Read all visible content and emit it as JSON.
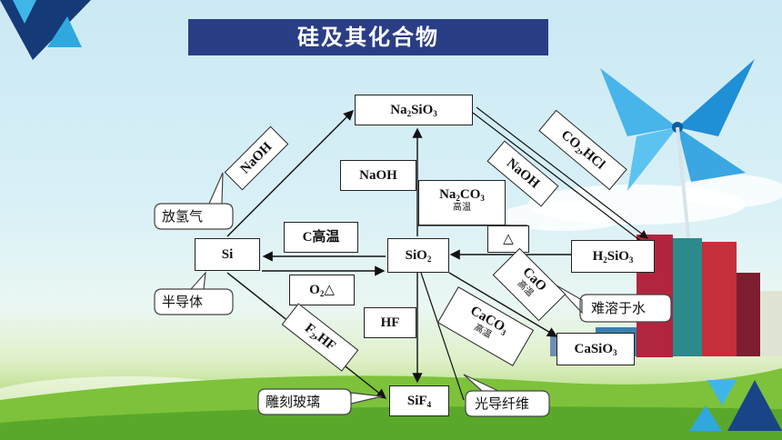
{
  "title": "硅及其化合物",
  "nodes": {
    "na2sio3": [
      "Na",
      "2",
      "SiO",
      "3",
      ""
    ],
    "si": "Si",
    "sio2": [
      "SiO",
      "2"
    ],
    "sif4": [
      "SiF",
      "4"
    ],
    "h2sio3": [
      "H",
      "2",
      "SiO",
      "3"
    ],
    "casio3": [
      "CaSiO",
      "3"
    ]
  },
  "reagents": {
    "naoh_left": "NaOH",
    "naoh_center": "NaOH",
    "na2co3": [
      "Na",
      "2",
      "CO",
      "3"
    ],
    "high_temp_na2co3": "高温",
    "heat_right": "△",
    "c_high_temp": "C高温",
    "o2_heat": [
      "O",
      "2",
      "△"
    ],
    "f2_hf": [
      "F",
      "2",
      ",HF"
    ],
    "hf": "HF",
    "caco3": [
      "CaCO",
      "3"
    ],
    "high_temp_caco3": "高温",
    "cao": "CaO",
    "high_temp_cao": "高温",
    "naoh_right": "NaOH",
    "co2_hcl": [
      "CO",
      "2",
      ",HCl"
    ]
  },
  "callouts": {
    "hydrogen": "放氢气",
    "semiconductor": "半导体",
    "etch_glass": "雕刻玻璃",
    "optical_fiber": "光导纤维",
    "insoluble": "难溶于水"
  },
  "colors": {
    "title_bg": "#2a3e86",
    "accent_blue": "#1f8fd6",
    "grass": "#7dc23a"
  }
}
